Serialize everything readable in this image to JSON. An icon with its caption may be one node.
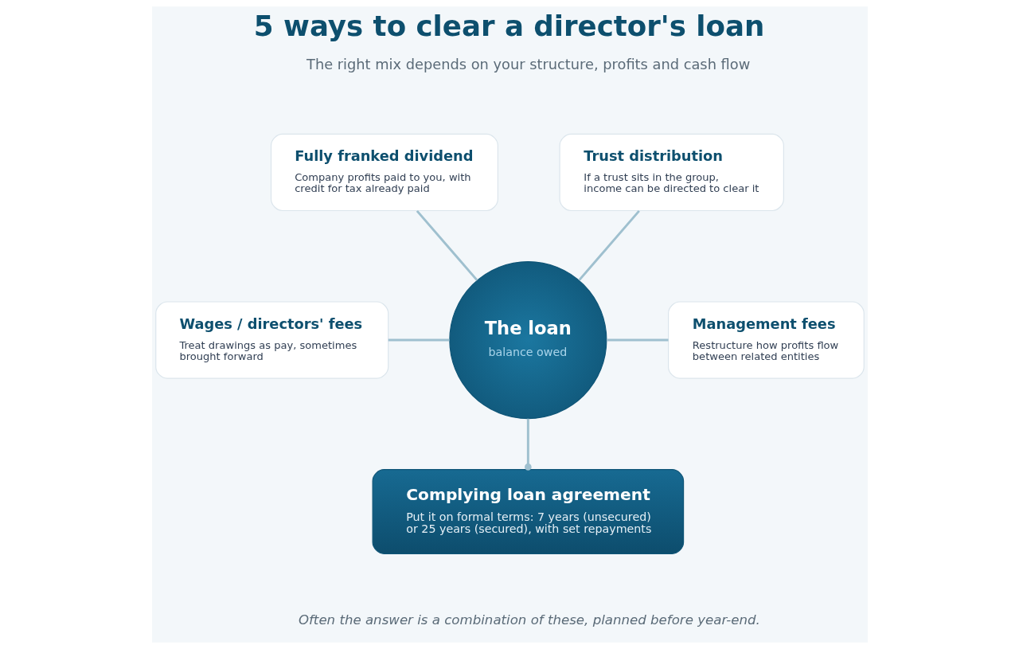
{
  "diagram": {
    "title": "5 ways to clear a director's loan",
    "caption": "Often the answer is a combination of these, planned before year-end.",
    "nodes": [
      {
        "text": [
          "Fully franked dividend",
          "Company profits paid to you, with credit for tax already paid"
        ]
      },
      {
        "text": [
          "Trust distribution",
          "If a trust sits in the group, income can be directed to clear it"
        ]
      },
      {
        "text": [
          "Wages / directors' fees",
          "Treat drawings as pay, sometimes brought forward"
        ]
      },
      {
        "text": [
          "The loan",
          "balance owed"
        ]
      },
      {
        "text": [
          "Management fees",
          "Restructure how profits flow between related entities"
        ]
      },
      {
        "text": [
          "Complying loan agreement",
          "Put it on formal terms: 7 years (unsecured) or 25 years (secured), with set repayments"
        ]
      }
    ],
    "edges": [
      {
        "from": 0,
        "to": 3,
        "arrow": "none"
      },
      {
        "from": 1,
        "to": 3,
        "arrow": "none"
      },
      {
        "from": 2,
        "to": 3,
        "arrow": "none"
      },
      {
        "from": 3,
        "to": 4,
        "arrow": "none"
      },
      {
        "from": 3,
        "to": 5,
        "arrow": "other"
      }
    ],
    "labels": [
      "The right mix depends on your structure, profits and cash flow"
    ]
  }
}
